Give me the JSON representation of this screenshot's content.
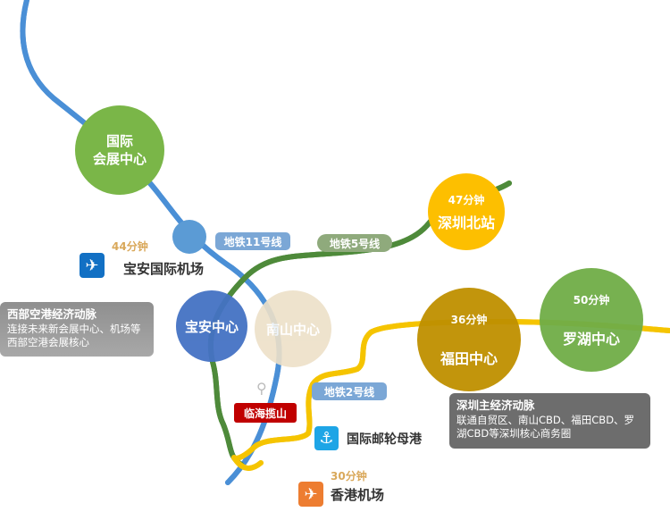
{
  "lines": [
    {
      "name": "地铁11号线",
      "color": "#4a8fd6"
    },
    {
      "name": "地铁5号线",
      "color": "#4e8a3a"
    },
    {
      "name": "地铁2号线",
      "color": "#f5c400"
    }
  ],
  "nodes": {
    "huizhan": {
      "line1": "国际",
      "line2": "会展中心",
      "color": "#7ab648"
    },
    "baoan_center": {
      "label": "宝安中心",
      "color": "#4472c4"
    },
    "nanshan": {
      "label": "南山中心",
      "color": "#ede0c8"
    },
    "north_station": {
      "time": "47分钟",
      "label": "深圳北站",
      "color": "#fdbf00"
    },
    "futian": {
      "time": "36分钟",
      "label": "福田中心",
      "color": "#bf9000"
    },
    "luohu": {
      "time": "50分钟",
      "label": "罗湖中心",
      "color": "#70ad47"
    }
  },
  "places": {
    "baoan_airport": {
      "time": "44分钟",
      "label": "宝安国际机场",
      "icon": "airplane-icon",
      "color": "#1270c4"
    },
    "cruise_port": {
      "label": "国际邮轮母港",
      "icon": "anchor-icon",
      "color": "#1ea5e6"
    },
    "hk_airport": {
      "time": "30分钟",
      "label": "香港机场",
      "icon": "airplane-icon",
      "color": "#ed7d31"
    },
    "linhai": {
      "label": "临海揽山",
      "icon": "location-pin-icon",
      "color": "#c00000"
    }
  },
  "info_boxes": {
    "west": {
      "title": "西部空港经济动脉",
      "text": "连接未来新会展中心、机场等西部空港会展核心"
    },
    "main": {
      "title": "深圳主经济动脉",
      "text": "联通自贸区、南山CBD、福田CBD、罗湖CBD等深圳核心商务圈"
    }
  }
}
